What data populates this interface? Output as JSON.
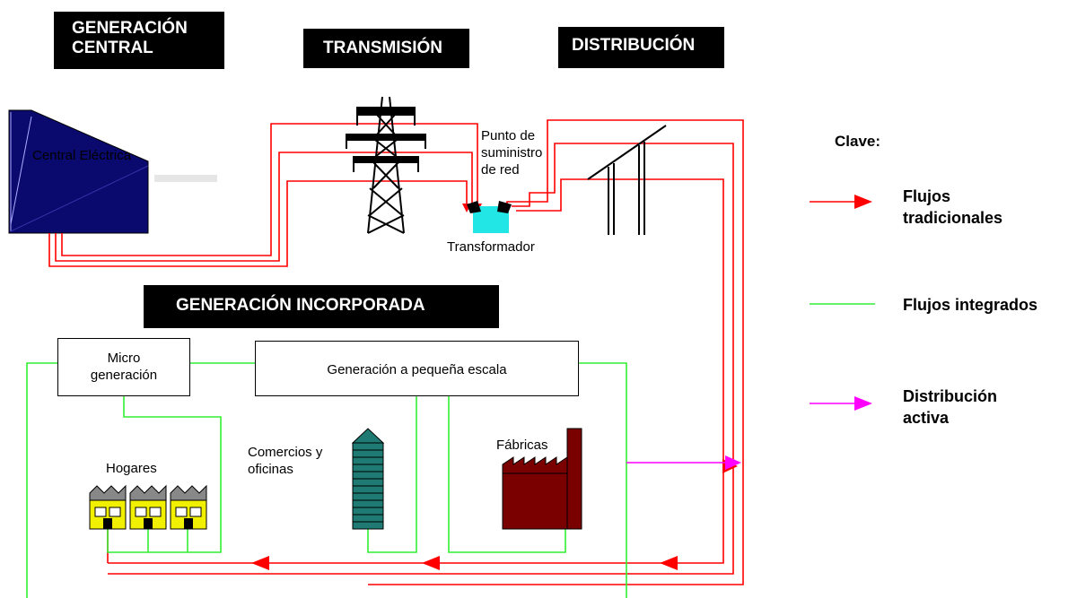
{
  "headers": {
    "central_line1": "GENERACIÓN",
    "central_line2": "CENTRAL",
    "transmission": "TRANSMISIÓN",
    "distribution": "DISTRIBUCIÓN",
    "embedded": "GENERACIÓN  INCORPORADA"
  },
  "labels": {
    "power_station": "Central Eléctrica",
    "supply_point_line1": "Punto de",
    "supply_point_line2": "suministro",
    "supply_point_line3": "de red",
    "transformer": "Transformador",
    "micro_line1": "Micro",
    "micro_line2": "generación",
    "small_scale": "Generación a pequeña escala",
    "homes": "Hogares",
    "commerce_line1": "Comercios y",
    "commerce_line2": "oficinas",
    "factories": "Fábricas"
  },
  "legend": {
    "title": "Clave:",
    "traditional_line1": "Flujos",
    "traditional_line2": "tradicionales",
    "integrated": "Flujos integrados",
    "active_line1": "Distribución",
    "active_line2": "activa"
  },
  "colors": {
    "traditional": "#ff0000",
    "integrated": "#33ee33",
    "active": "#ff00ff",
    "station": "#0a0a6e",
    "transformer": "#22e6e6",
    "building": "#1e7a72",
    "factory": "#7a0000",
    "house": "#f0f000"
  }
}
